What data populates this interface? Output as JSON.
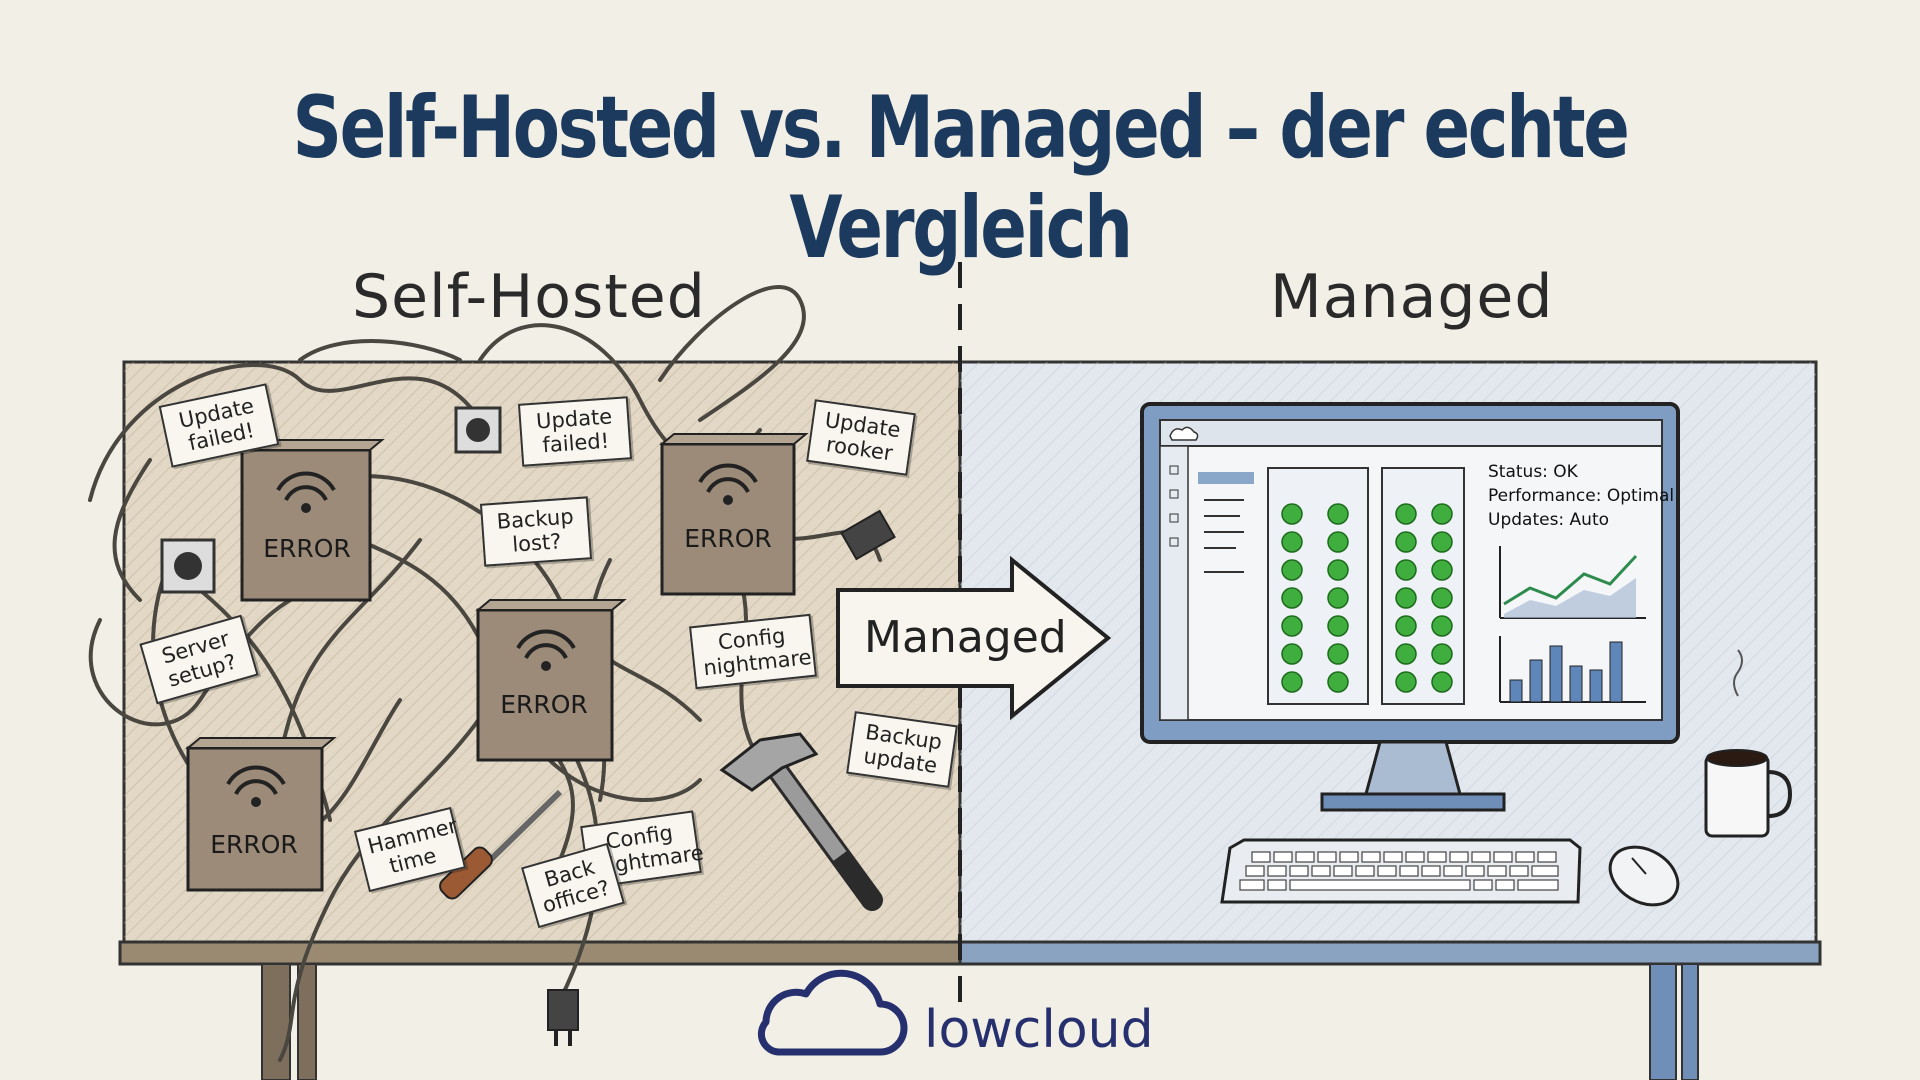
{
  "title": "Self-Hosted vs. Managed – der echte Vergleich",
  "left_section": {
    "heading": "Self-Hosted",
    "boxes": [
      "ERROR",
      "ERROR",
      "ERROR",
      "ERROR"
    ],
    "notes": [
      "Update failed!",
      "Update failed!",
      "Update rooker",
      "Backup lost?",
      "Server setup?",
      "Config nightmare",
      "Backup update",
      "Hammer time",
      "Config nightmare",
      "Back office?"
    ]
  },
  "arrow": {
    "label": "Managed"
  },
  "right_section": {
    "heading": "Managed",
    "dashboard": {
      "status_lines": [
        "Status: OK",
        "Performance: Optimal",
        "Updates: Auto"
      ]
    }
  },
  "brand": {
    "name": "lowcloud"
  },
  "colors": {
    "title": "#1c3a5e",
    "background": "#f2efe6",
    "status_ok": "#3fae3f",
    "brand": "#27306e",
    "monitor_blue": "#6f8fb8"
  }
}
